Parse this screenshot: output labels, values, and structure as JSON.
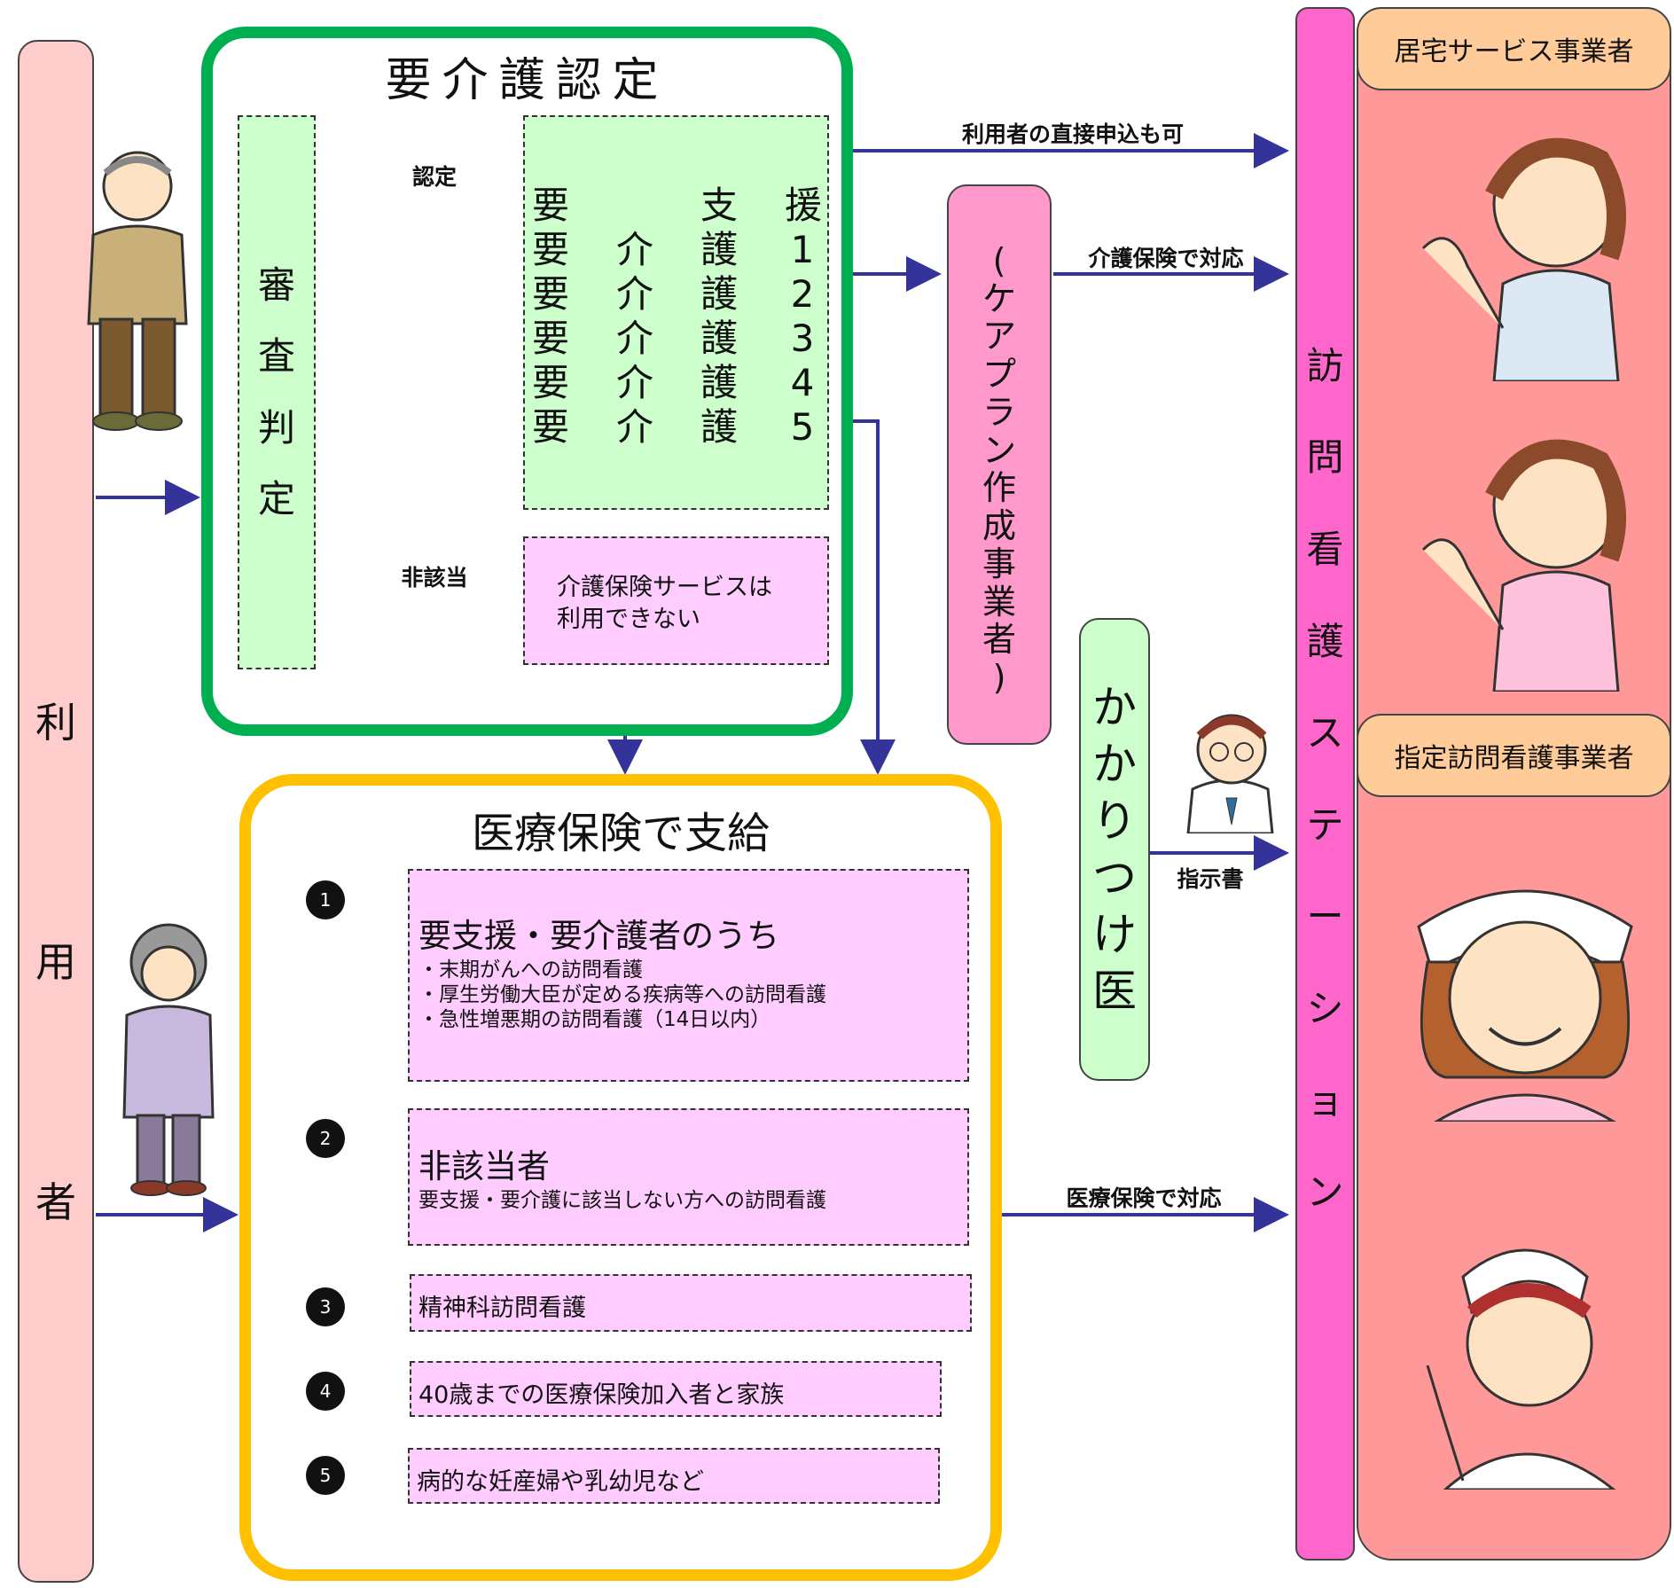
{
  "user": {
    "chars": [
      "利",
      "用",
      "者"
    ]
  },
  "certification": {
    "title": "要介護認定",
    "review_chars": [
      "審",
      "査",
      "判",
      "定"
    ],
    "levels": [
      {
        "a": "要",
        "b": "",
        "c": "支",
        "d": "援"
      },
      {
        "a": "要",
        "b": "介",
        "c": "護",
        "d": "1"
      },
      {
        "a": "要",
        "b": "介",
        "c": "護",
        "d": "2"
      },
      {
        "a": "要",
        "b": "介",
        "c": "護",
        "d": "3"
      },
      {
        "a": "要",
        "b": "介",
        "c": "護",
        "d": "4"
      },
      {
        "a": "要",
        "b": "介",
        "c": "護",
        "d": "5"
      }
    ],
    "approved_label": "認定",
    "rejected_label": "非該当",
    "rejected_line1": "介護保険サービスは",
    "rejected_line2": "利用できない"
  },
  "careplan": {
    "chars": [
      "(",
      "ケ",
      "ア",
      "プ",
      "ラ",
      "ン",
      "作",
      "成",
      "事",
      "業",
      "者",
      ")"
    ]
  },
  "doctor": {
    "chars": [
      "か",
      "か",
      "り",
      "つ",
      "け",
      "医"
    ]
  },
  "station": {
    "chars": [
      "訪",
      "問",
      "看",
      "護",
      "ス",
      "テ",
      "ー",
      "シ",
      "ョ",
      "ン"
    ]
  },
  "providers": {
    "home_service": "居宅サービス事業者",
    "designated_nursing": "指定訪問看護事業者"
  },
  "arrows": {
    "direct_apply": "利用者の直接申込も可",
    "care_insurance": "介護保険で対応",
    "instruction": "指示書",
    "medical_insurance": "医療保険で対応"
  },
  "medical": {
    "title": "医療保険で支給",
    "items": [
      {
        "num": "1",
        "heading": "要支援・要介護者のうち",
        "lines": [
          "・末期がんへの訪問看護",
          "・厚生労働大臣が定める疾病等への訪問看護",
          "・急性増悪期の訪問看護（14日以内）"
        ]
      },
      {
        "num": "2",
        "heading": "非該当者",
        "lines": [
          "要支援・要介護に該当しない方への訪問看護"
        ]
      },
      {
        "num": "3",
        "text": "精神科訪問看護"
      },
      {
        "num": "4",
        "text": "40歳までの医療保険加入者と家族"
      },
      {
        "num": "5",
        "text": "病的な妊産婦や乳幼児など"
      }
    ]
  },
  "colors": {
    "green": "#00b050",
    "gold": "#ffc000",
    "arrow": "#333399",
    "pink_bar": "#ff66cc",
    "salmon": "#ff9999",
    "light_green": "#ccffcc",
    "light_pink": "#ffccff",
    "user_bar": "#ffcccc",
    "provider_label": "#ffcc99"
  }
}
